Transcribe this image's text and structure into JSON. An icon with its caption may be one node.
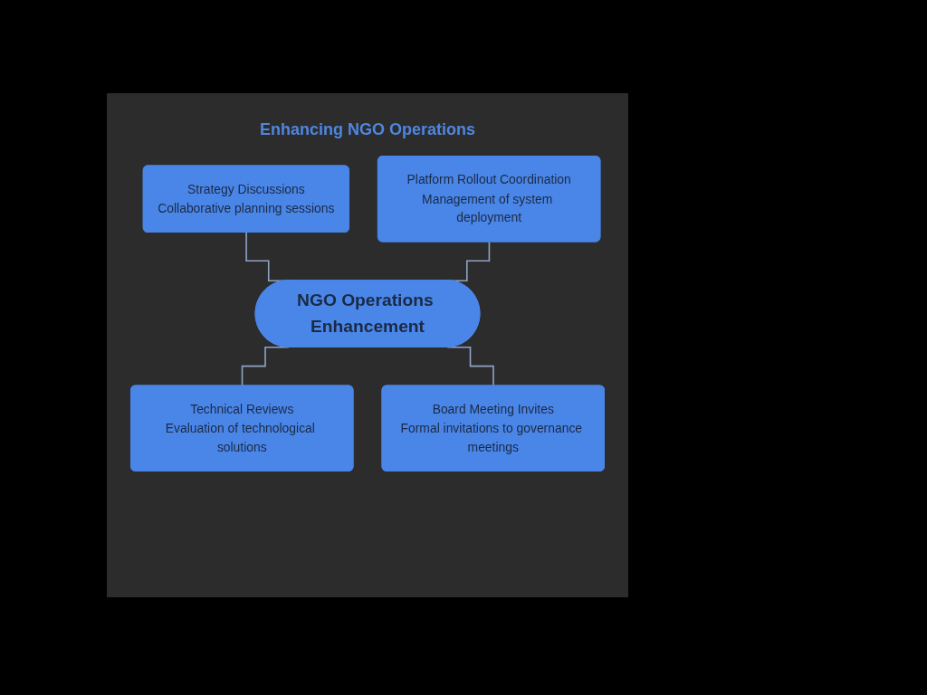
{
  "diagram": {
    "title": "Enhancing NGO Operations",
    "nodes": [
      {
        "text": [
          "Strategy Discussions",
          "Collaborative planning sessions"
        ]
      },
      {
        "text": [
          "Platform Rollout Coordination",
          "Management of system deployment"
        ]
      },
      {
        "text": [
          "NGO Operations Enhancement"
        ]
      },
      {
        "text": [
          "Technical Reviews",
          "Evaluation of technological solutions"
        ]
      },
      {
        "text": [
          "Board Meeting Invites",
          "Formal invitations to governance meetings"
        ]
      }
    ],
    "edges": [
      {
        "from": 0,
        "to": 2,
        "arrow": "none"
      },
      {
        "from": 1,
        "to": 2,
        "arrow": "none"
      },
      {
        "from": 2,
        "to": 3,
        "arrow": "none"
      },
      {
        "from": 2,
        "to": 4,
        "arrow": "none"
      }
    ]
  }
}
